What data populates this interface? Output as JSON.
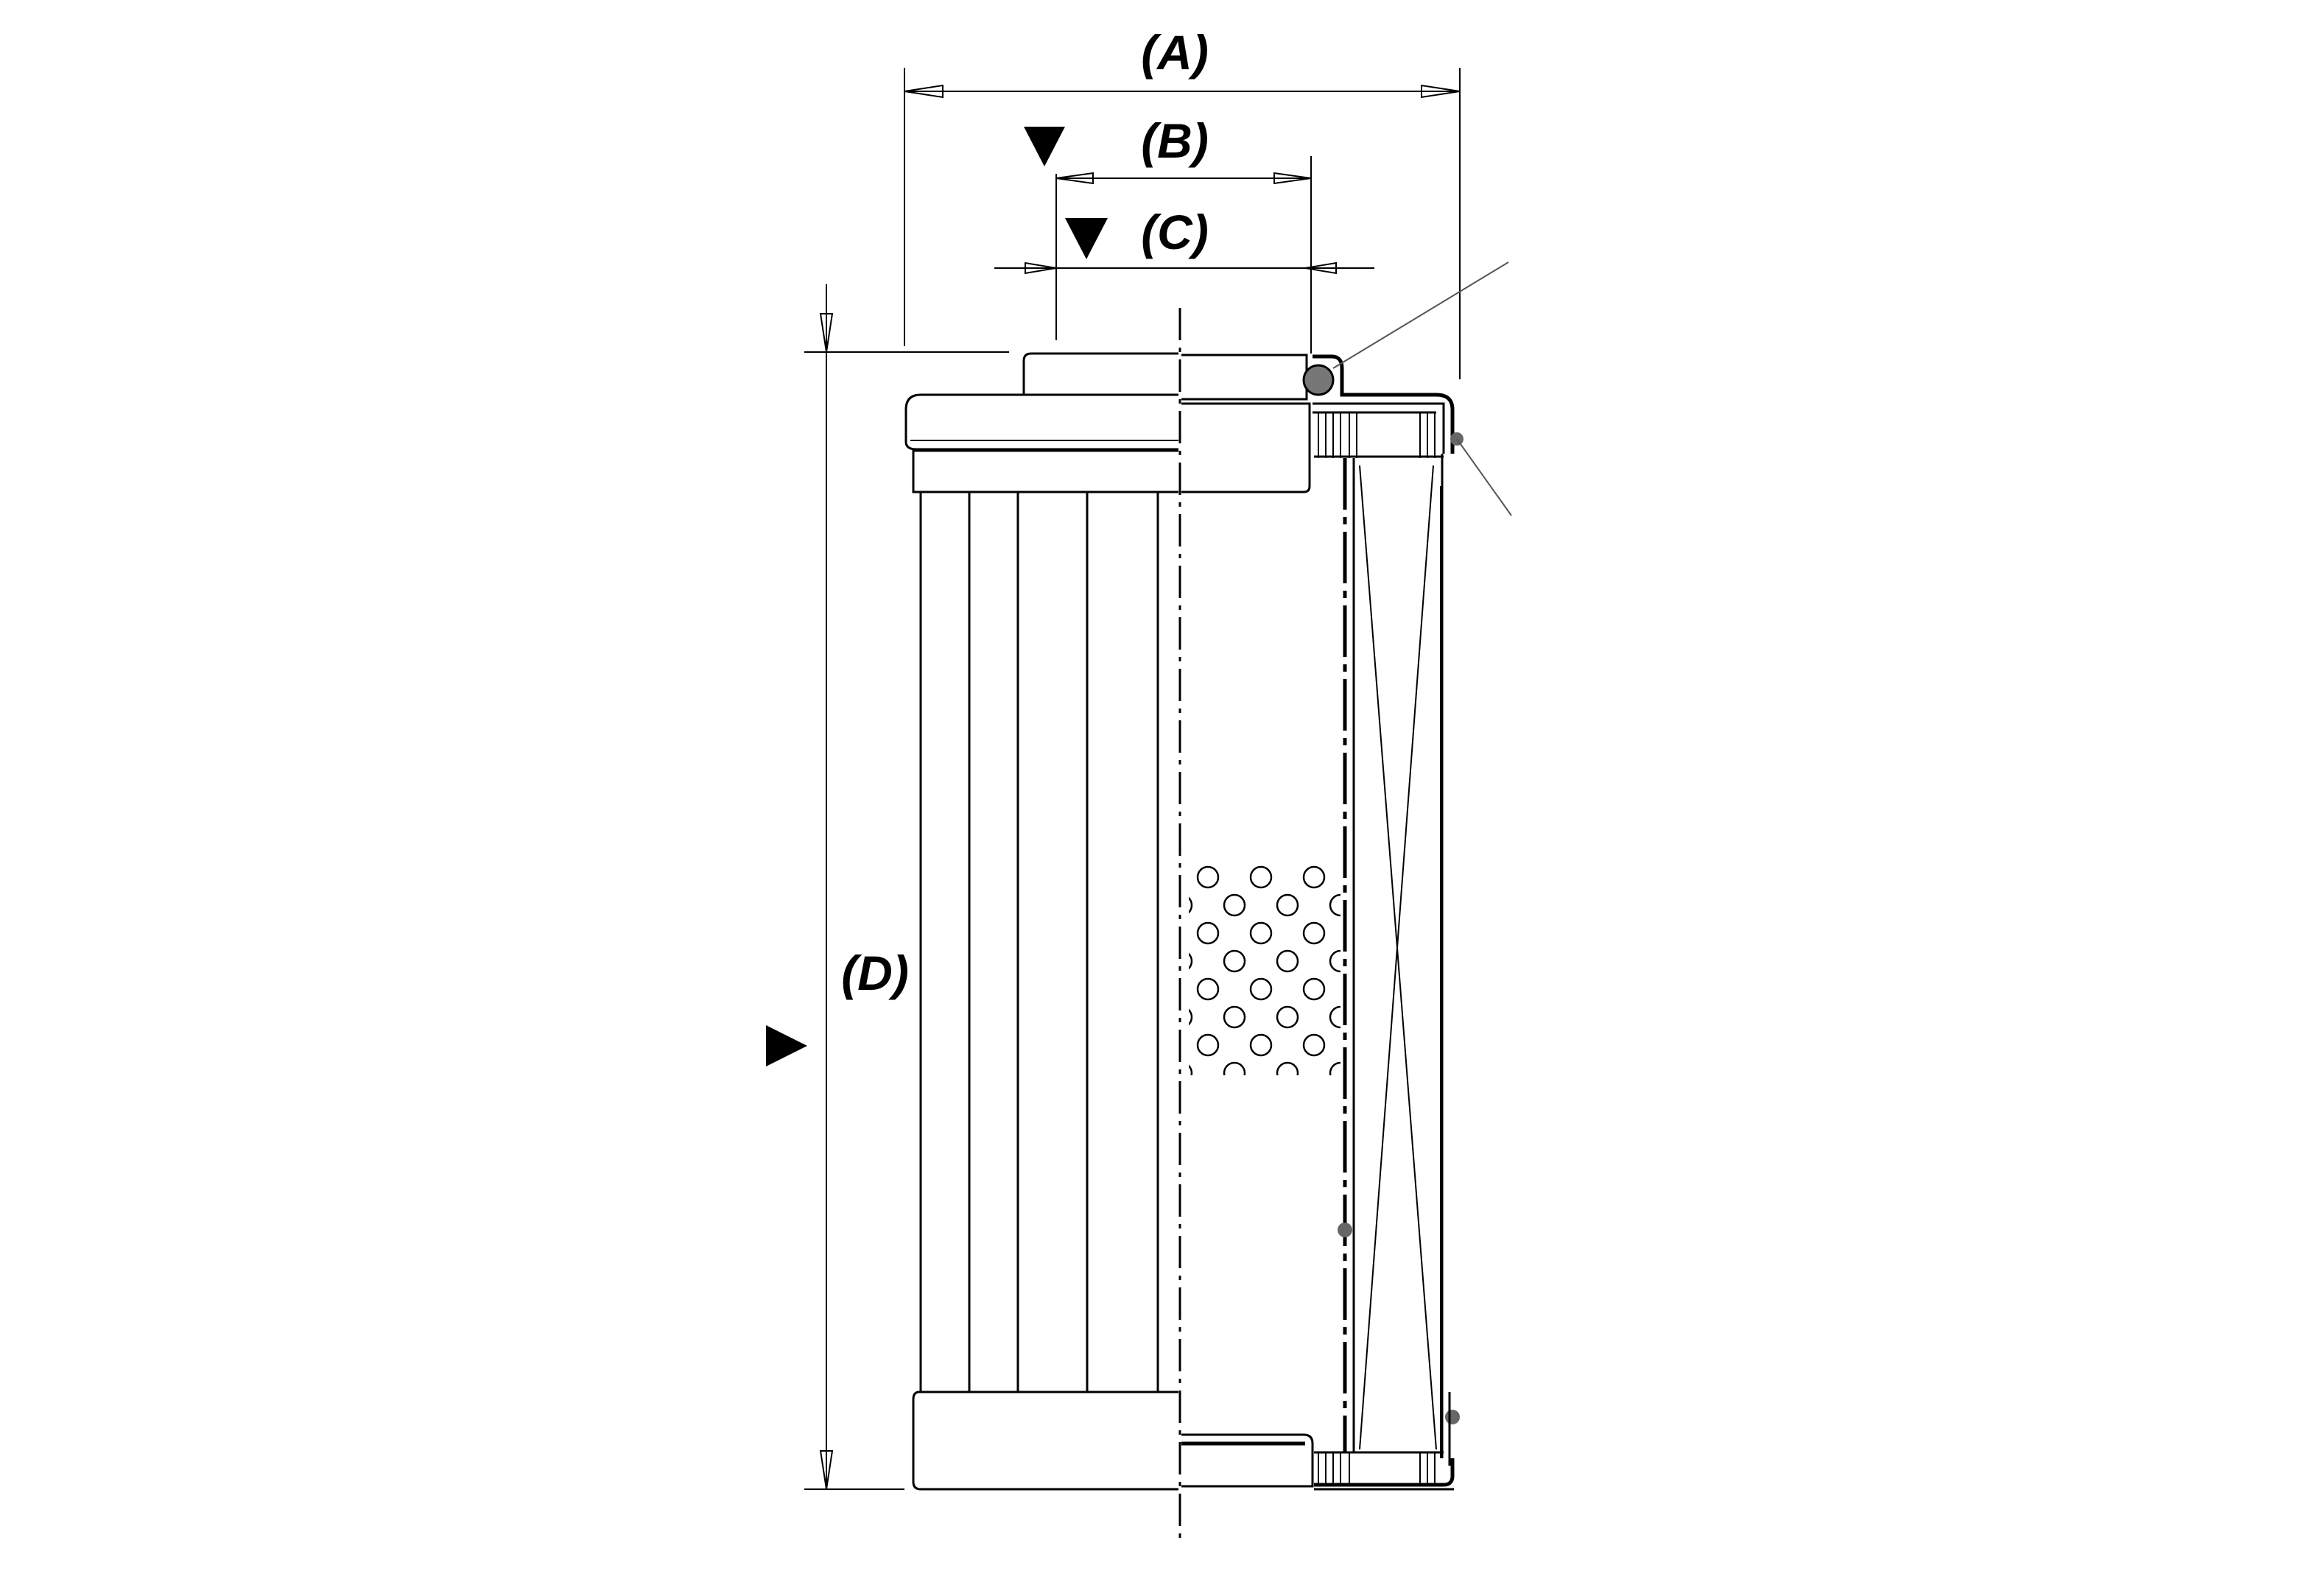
{
  "dimension_labels": {
    "a": "(A)",
    "b": "(B)",
    "c": "(C)",
    "d": "(D)"
  },
  "colors": {
    "line": "#000000",
    "background": "#ffffff",
    "seal": "#555555"
  }
}
